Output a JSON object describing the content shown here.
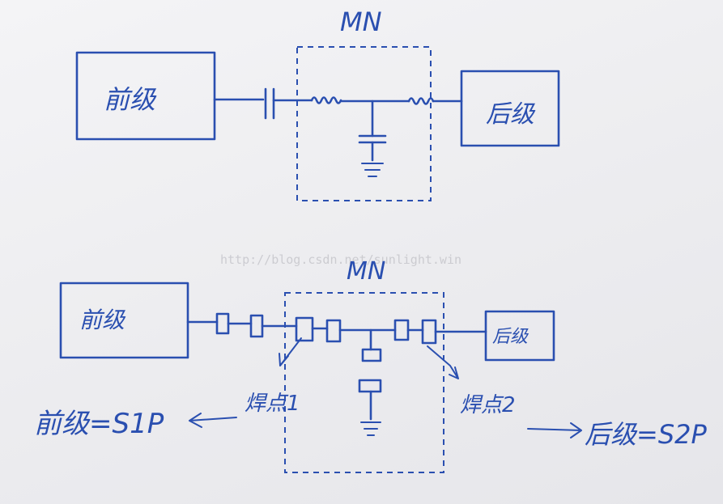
{
  "diagram_top": {
    "network_label": "MN",
    "front_stage": "前级",
    "back_stage": "后级"
  },
  "diagram_bottom": {
    "network_label": "MN",
    "front_stage": "前级",
    "back_stage": "后级",
    "pad_1": "焊点1",
    "pad_2": "焊点2",
    "front_sp": "前级=S1P",
    "back_sp": "后级=S2P"
  },
  "watermark": "http://blog.csdn.net/sunlight.win",
  "colors": {
    "ink": "#2a4fb0",
    "paper": "#efeff2"
  }
}
